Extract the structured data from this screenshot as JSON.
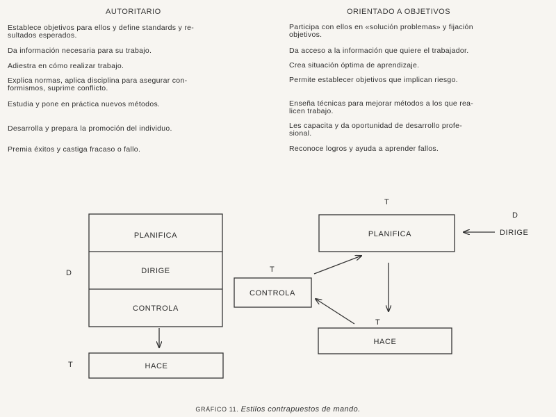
{
  "table": {
    "headers": {
      "left": "AUTORITARIO",
      "right": "ORIENTADO A OBJETIVOS"
    },
    "rows": [
      {
        "left": "Establece objetivos para ellos y define standards y re-\nsultados esperados.",
        "right": "Participa con ellos en «solución problemas» y fijación\nobjetivos."
      },
      {
        "left": "Da información necesaria para su trabajo.",
        "right": "Da acceso a la información que quiere el trabajador."
      },
      {
        "left": "Adiestra en cómo realizar trabajo.",
        "right": "Crea situación óptima de aprendizaje."
      },
      {
        "left": "Explica normas, aplica disciplina para asegurar con-\nformismos, suprime conflicto.",
        "right": "Permite establecer objetivos que implican riesgo."
      },
      {
        "left": "Estudia y pone en práctica nuevos métodos.",
        "right": "Enseña técnicas para mejorar métodos a los que rea-\nlicen trabajo."
      },
      {
        "left": "Desarrolla y prepara la promoción del individuo.",
        "right": "Les capacita y da oportunidad de desarrollo profe-\nsional."
      },
      {
        "left": "Premia éxitos y castiga fracaso o fallo.",
        "right": "Reconoce logros y ayuda a aprender fallos."
      }
    ]
  },
  "diagram_left": {
    "stack": [
      "PLANIFICA",
      "DIRIGE",
      "CONTROLA"
    ],
    "hace": "HACE",
    "label_d": "D",
    "label_t": "T"
  },
  "diagram_right": {
    "planifica": "PLANIFICA",
    "controla": "CONTROLA",
    "hace": "HACE",
    "dirige": "DIRIGE",
    "label_d": "D",
    "label_t_top": "T",
    "label_t_controla": "T",
    "label_t_hace": "T"
  },
  "caption": {
    "label": "GRÁFICO 11.",
    "text": "Estilos contrapuestos de mando."
  }
}
